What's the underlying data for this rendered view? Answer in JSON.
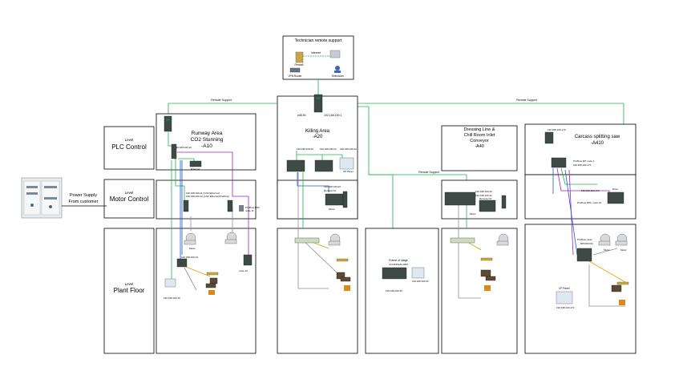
{
  "levels": {
    "plc": {
      "small": "Level",
      "big": "PLC Control"
    },
    "motor": {
      "small": "Level",
      "big": "Motor Control"
    },
    "plant": {
      "small": "Level",
      "big": "Plant Floor"
    }
  },
  "power_supply": {
    "line1": "Power Supply",
    "line2": "From customer"
  },
  "remote_support": {
    "title": "Technician remote support",
    "internet": "Internet",
    "firewall": "Firewall",
    "vpn_router": "VPN Router",
    "technician": "Technician"
  },
  "link_labels": {
    "remote_left": "Remote Support",
    "remote_right": "Remote Support",
    "remote_mid": "Remote Support"
  },
  "areas": {
    "a10": {
      "line1": "Runway Area",
      "line2": "CO2 Stunning",
      "line3": "-A10"
    },
    "a20": {
      "line1": "Killing Area",
      "line2": "-A20"
    },
    "a40": {
      "line1": "Dressing Line &",
      "line2": "Chill Room Inlet",
      "line3": "Conveyor",
      "line4": "-A40"
    },
    "a410": {
      "line1": "Carcass splitting saw",
      "line2": "-A410"
    }
  },
  "device_labels": {
    "a10_ip": "192.168.100.10",
    "a10_plc": "Ethernet",
    "a10_io": "192.168.100.11 (CO2 Ethernet)",
    "a10_io2": "192.168.100.12 (CO2 Ethernet/Profibus)",
    "a10_profibus": "Profibus DP2",
    "a10_node": "node 11",
    "a10_node12": "node 12",
    "a10_remote_io": "192.168.100.13",
    "a10_hmi": "192.168.100.15",
    "a10_motor": "Motor",
    "a20_ewon": "eWON",
    "a20_ip": "192.168.100.1",
    "a20_plc1": "192.168.100.20",
    "a20_plc2": "192.168.100.21",
    "a20_plc3": "192.168.100.22",
    "a20_remote": "192.168.100.23",
    "a20_remote_io": "Remote I/O",
    "a20_motor": "Motor",
    "a20_hmi": "CP Panel",
    "a30_title1": "Frame of stage",
    "a30_title2": "ACCESS/ALARM",
    "a30_ip1": "192.168.100.30",
    "a30_ip2": "192.168.100.31",
    "a40_plc": "192.168.100.40",
    "a40_io": "192.168.100.41",
    "a40_remote": "Remote I/O",
    "a40_motor": "Motor",
    "a410_ip": "192.168.100.170",
    "a410_profibus1": "Profibus DP, node 1",
    "a410_ip2": "192.168.100.171",
    "a410_ip3": "192.168.100.172",
    "a410_drive": "Drive",
    "a410_profibus2": "Profibus DP2, node 10",
    "a410_profibus3": "Profibus node",
    "a410_node": "DP/ASCON",
    "a410_motor1": "Motor",
    "a410_motor2": "Motor",
    "a410_hmi": "CP Panel",
    "a410_hmi_ip": "192.168.100.171"
  },
  "colors": {
    "ethernet": "#22b14c",
    "profibus": "#a020c0",
    "io": "#1e56c8",
    "signal": "#e0a000",
    "analog": "#909090"
  }
}
